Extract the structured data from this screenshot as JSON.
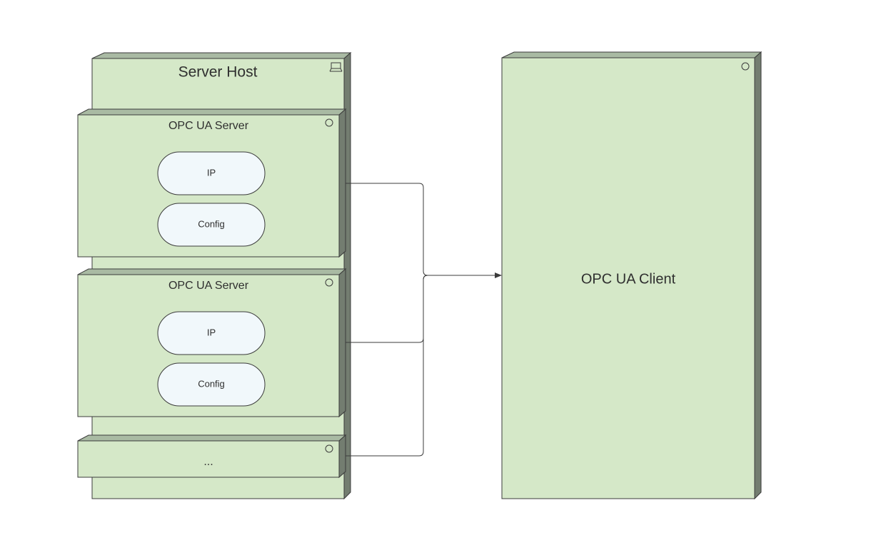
{
  "server_host": {
    "label": "Server Host",
    "icon": "computer-icon"
  },
  "servers": [
    {
      "label": "OPC UA Server",
      "icon": "component-icon",
      "fields": [
        "IP",
        "Config"
      ]
    },
    {
      "label": "OPC UA Server",
      "icon": "component-icon",
      "fields": [
        "IP",
        "Config"
      ]
    },
    {
      "label": "...",
      "icon": "component-icon",
      "fields": []
    }
  ],
  "client": {
    "label": "OPC UA Client",
    "icon": "component-icon"
  },
  "colors": {
    "node_fill": "#d5e8c8",
    "node_top": "#a9baa3",
    "node_side": "#737d70",
    "pill_fill": "#f1f8fb",
    "stroke": "#3b3b3b"
  }
}
